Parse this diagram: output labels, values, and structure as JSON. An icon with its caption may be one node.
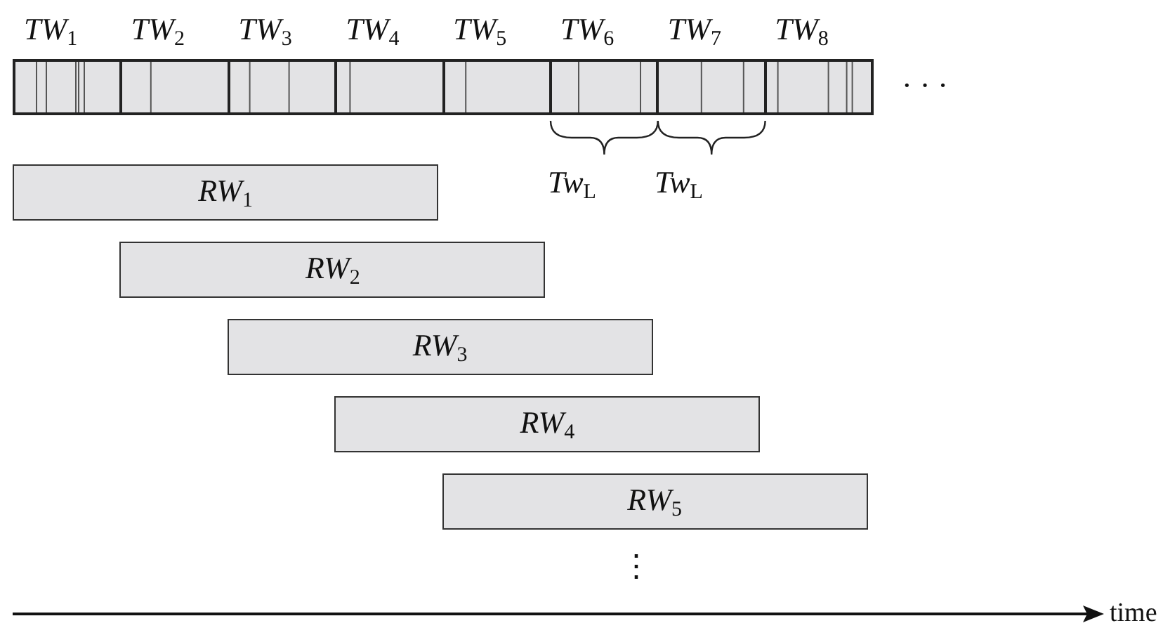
{
  "diagram": {
    "nodes": [
      {
        "text": [
          "*TW*$_{1}$"
        ]
      },
      {
        "text": [
          "*TW*$_{2}$"
        ]
      },
      {
        "text": [
          "*TW*$_{3}$"
        ]
      },
      {
        "text": [
          "*TW*$_{4}$"
        ]
      },
      {
        "text": [
          "*TW*$_{5}$"
        ]
      },
      {
        "text": [
          "*TW*$_{6}$"
        ]
      },
      {
        "text": [
          "*TW*$_{7}$"
        ]
      },
      {
        "text": [
          "*TW*$_{8}$"
        ]
      },
      {
        "text": [
          "*RW*$_{1}$"
        ]
      },
      {
        "text": [
          "*RW*$_{2}$"
        ]
      },
      {
        "text": [
          "*RW*$_{3}$"
        ]
      },
      {
        "text": [
          "*RW*$_{4}$"
        ]
      },
      {
        "text": [
          "*RW*$_{5}$"
        ]
      }
    ],
    "edges": [],
    "labels": [
      "· · ·",
      "*Tw*$_{L}$",
      "*Tw*$_{L}$",
      "⋮",
      "time"
    ]
  }
}
